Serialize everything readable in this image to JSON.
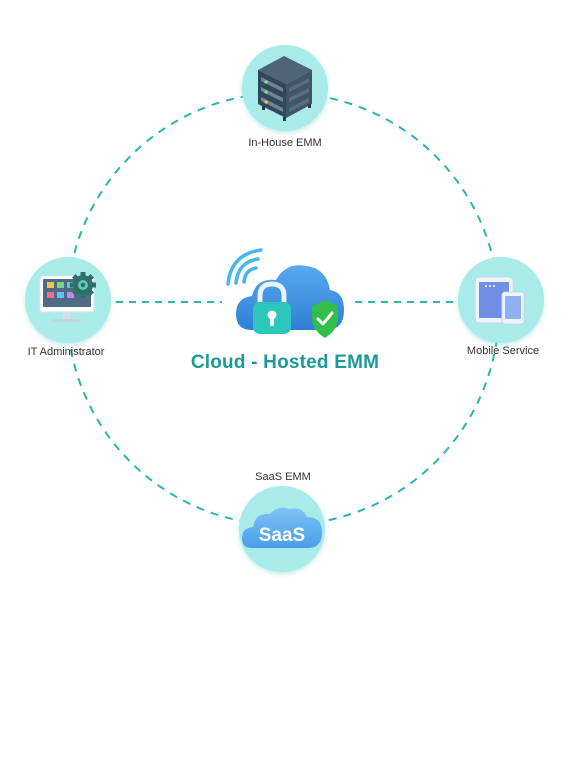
{
  "center": {
    "title": "Cloud - Hosted EMM",
    "icon": "cloud-lock-shield-icon"
  },
  "nodes": {
    "top": {
      "label": "In-House EMM",
      "icon": "server-rack-icon"
    },
    "left": {
      "label": "IT Administrator",
      "icon": "monitor-settings-icon"
    },
    "right": {
      "label": "Mobile Service",
      "icon": "mobile-devices-icon"
    },
    "bottom": {
      "label": "SaaS EMM",
      "icon": "saas-cloud-icon",
      "badge_text": "SaaS"
    }
  },
  "colors": {
    "accent": "#1a9b98",
    "dash": "#2bb5ad",
    "node_circle": "#a8ebe8",
    "cloud": "#3b8fe0",
    "shield": "#2fbf4a"
  }
}
